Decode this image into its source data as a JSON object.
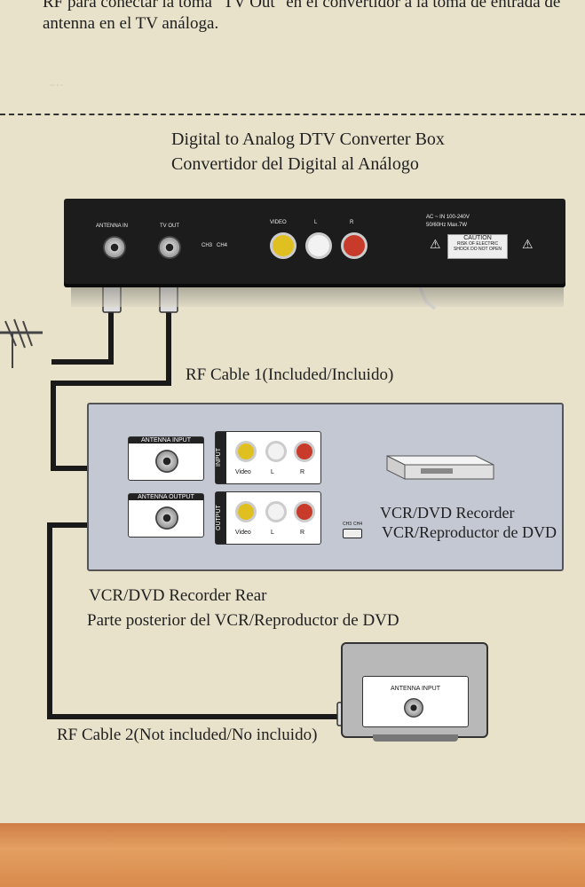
{
  "top_text": {
    "line1": "RF para conectar la toma \"TV Out\" en el convertidor a la toma de entrada de",
    "line2": "antenna en el TV análoga."
  },
  "title": {
    "line1": "Digital to Analog DTV Converter Box",
    "line2": "Convertidor del Digital al Análogo"
  },
  "converter": {
    "antenna_in": "ANTENNA IN",
    "tv_out": "TV OUT",
    "ch3": "CH3",
    "ch4": "CH4",
    "video": "VIDEO",
    "l": "L",
    "r": "R",
    "ac_line1": "AC ~ IN 100-240V",
    "ac_line2": "50/60Hz Max.7W",
    "caution": "CAUTION",
    "caution_sub1": "RISK OF ELECTRIC",
    "caution_sub2": "SHOCK DO NOT OPEN"
  },
  "rf_cable_1": "RF Cable 1(Included/Incluido)",
  "vcr_panel": {
    "antenna_input": "ANTENNA INPUT",
    "antenna_output": "ANTENNA OUTPUT",
    "input_tag": "INPUT",
    "output_tag": "OUTPUT",
    "video": "Video",
    "l": "L",
    "r": "R",
    "ch3": "CH3",
    "ch4": "CH4",
    "device_line1": "VCR/DVD Recorder",
    "device_line2": "VCR/Reproductor de DVD"
  },
  "vcr_rear": {
    "line1": "VCR/DVD Recorder Rear",
    "line2": "Parte posterior del VCR/Reproductor de DVD"
  },
  "tv": {
    "antenna_input": "ANTENNA INPUT"
  },
  "rf_cable_2": "RF Cable 2(Not included/No incluido)",
  "colors": {
    "background": "#e8e2cb",
    "panel": "#c3c8d3",
    "converter_body": "#1c1c1c",
    "rca_yellow": "#e0c020",
    "rca_white": "#f2f2f2",
    "rca_red": "#c83a2a",
    "orange_band": "#d88a4c"
  }
}
